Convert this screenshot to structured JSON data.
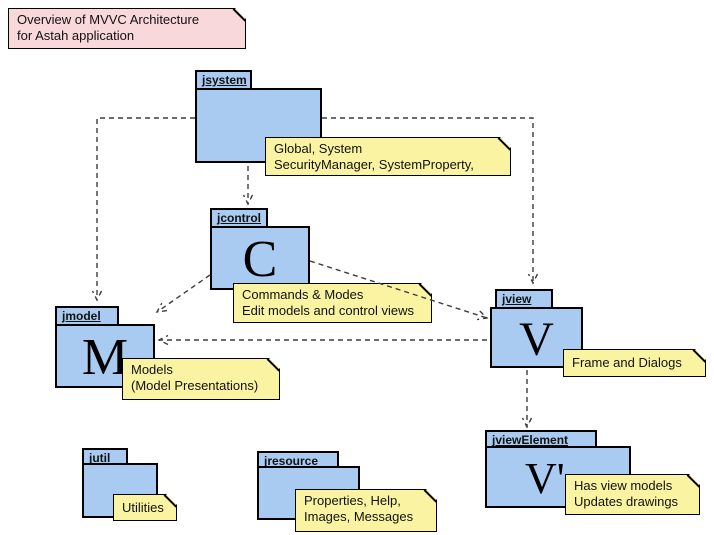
{
  "title_note": {
    "lines": [
      "Overview of MVVC Architecture",
      "for Astah application"
    ]
  },
  "packages": {
    "jsystem": {
      "name": "jsystem",
      "letter": ""
    },
    "jcontrol": {
      "name": "jcontrol",
      "letter": "C"
    },
    "jmodel": {
      "name": "jmodel",
      "letter": "M"
    },
    "jview": {
      "name": "jview",
      "letter": "V"
    },
    "jviewElement": {
      "name": "jviewElement",
      "letter": "V'"
    },
    "jutil": {
      "name": "jutil",
      "letter": ""
    },
    "jresource": {
      "name": "jresource",
      "letter": ""
    }
  },
  "notes": {
    "jsystem": {
      "lines": [
        "Global, System",
        "SecurityManager, SystemProperty,"
      ]
    },
    "jcontrol": {
      "lines": [
        "Commands & Modes",
        "Edit models and control views"
      ]
    },
    "jmodel": {
      "lines": [
        "Models",
        "(Model Presentations)"
      ]
    },
    "jview": {
      "lines": [
        "Frame and Dialogs"
      ]
    },
    "jviewElement": {
      "lines": [
        "Has view models",
        "Updates drawings"
      ]
    },
    "jutil": {
      "lines": [
        "Utilities"
      ]
    },
    "jresource": {
      "lines": [
        "Properties, Help,",
        "Images, Messages"
      ]
    }
  },
  "dependencies": [
    {
      "from": "jsystem",
      "to": "jcontrol"
    },
    {
      "from": "jsystem",
      "to": "jmodel"
    },
    {
      "from": "jsystem",
      "to": "jview"
    },
    {
      "from": "jcontrol",
      "to": "jmodel"
    },
    {
      "from": "jcontrol",
      "to": "jview"
    },
    {
      "from": "jview",
      "to": "jmodel"
    },
    {
      "from": "jview",
      "to": "jviewElement"
    }
  ],
  "colors": {
    "package_fill": "#a9cbf2",
    "note_fill": "#faf3a2",
    "title_note_fill": "#f9d8db",
    "shape_border": "#000000",
    "connector": "#3c3c3c",
    "background": "#ffffff"
  }
}
